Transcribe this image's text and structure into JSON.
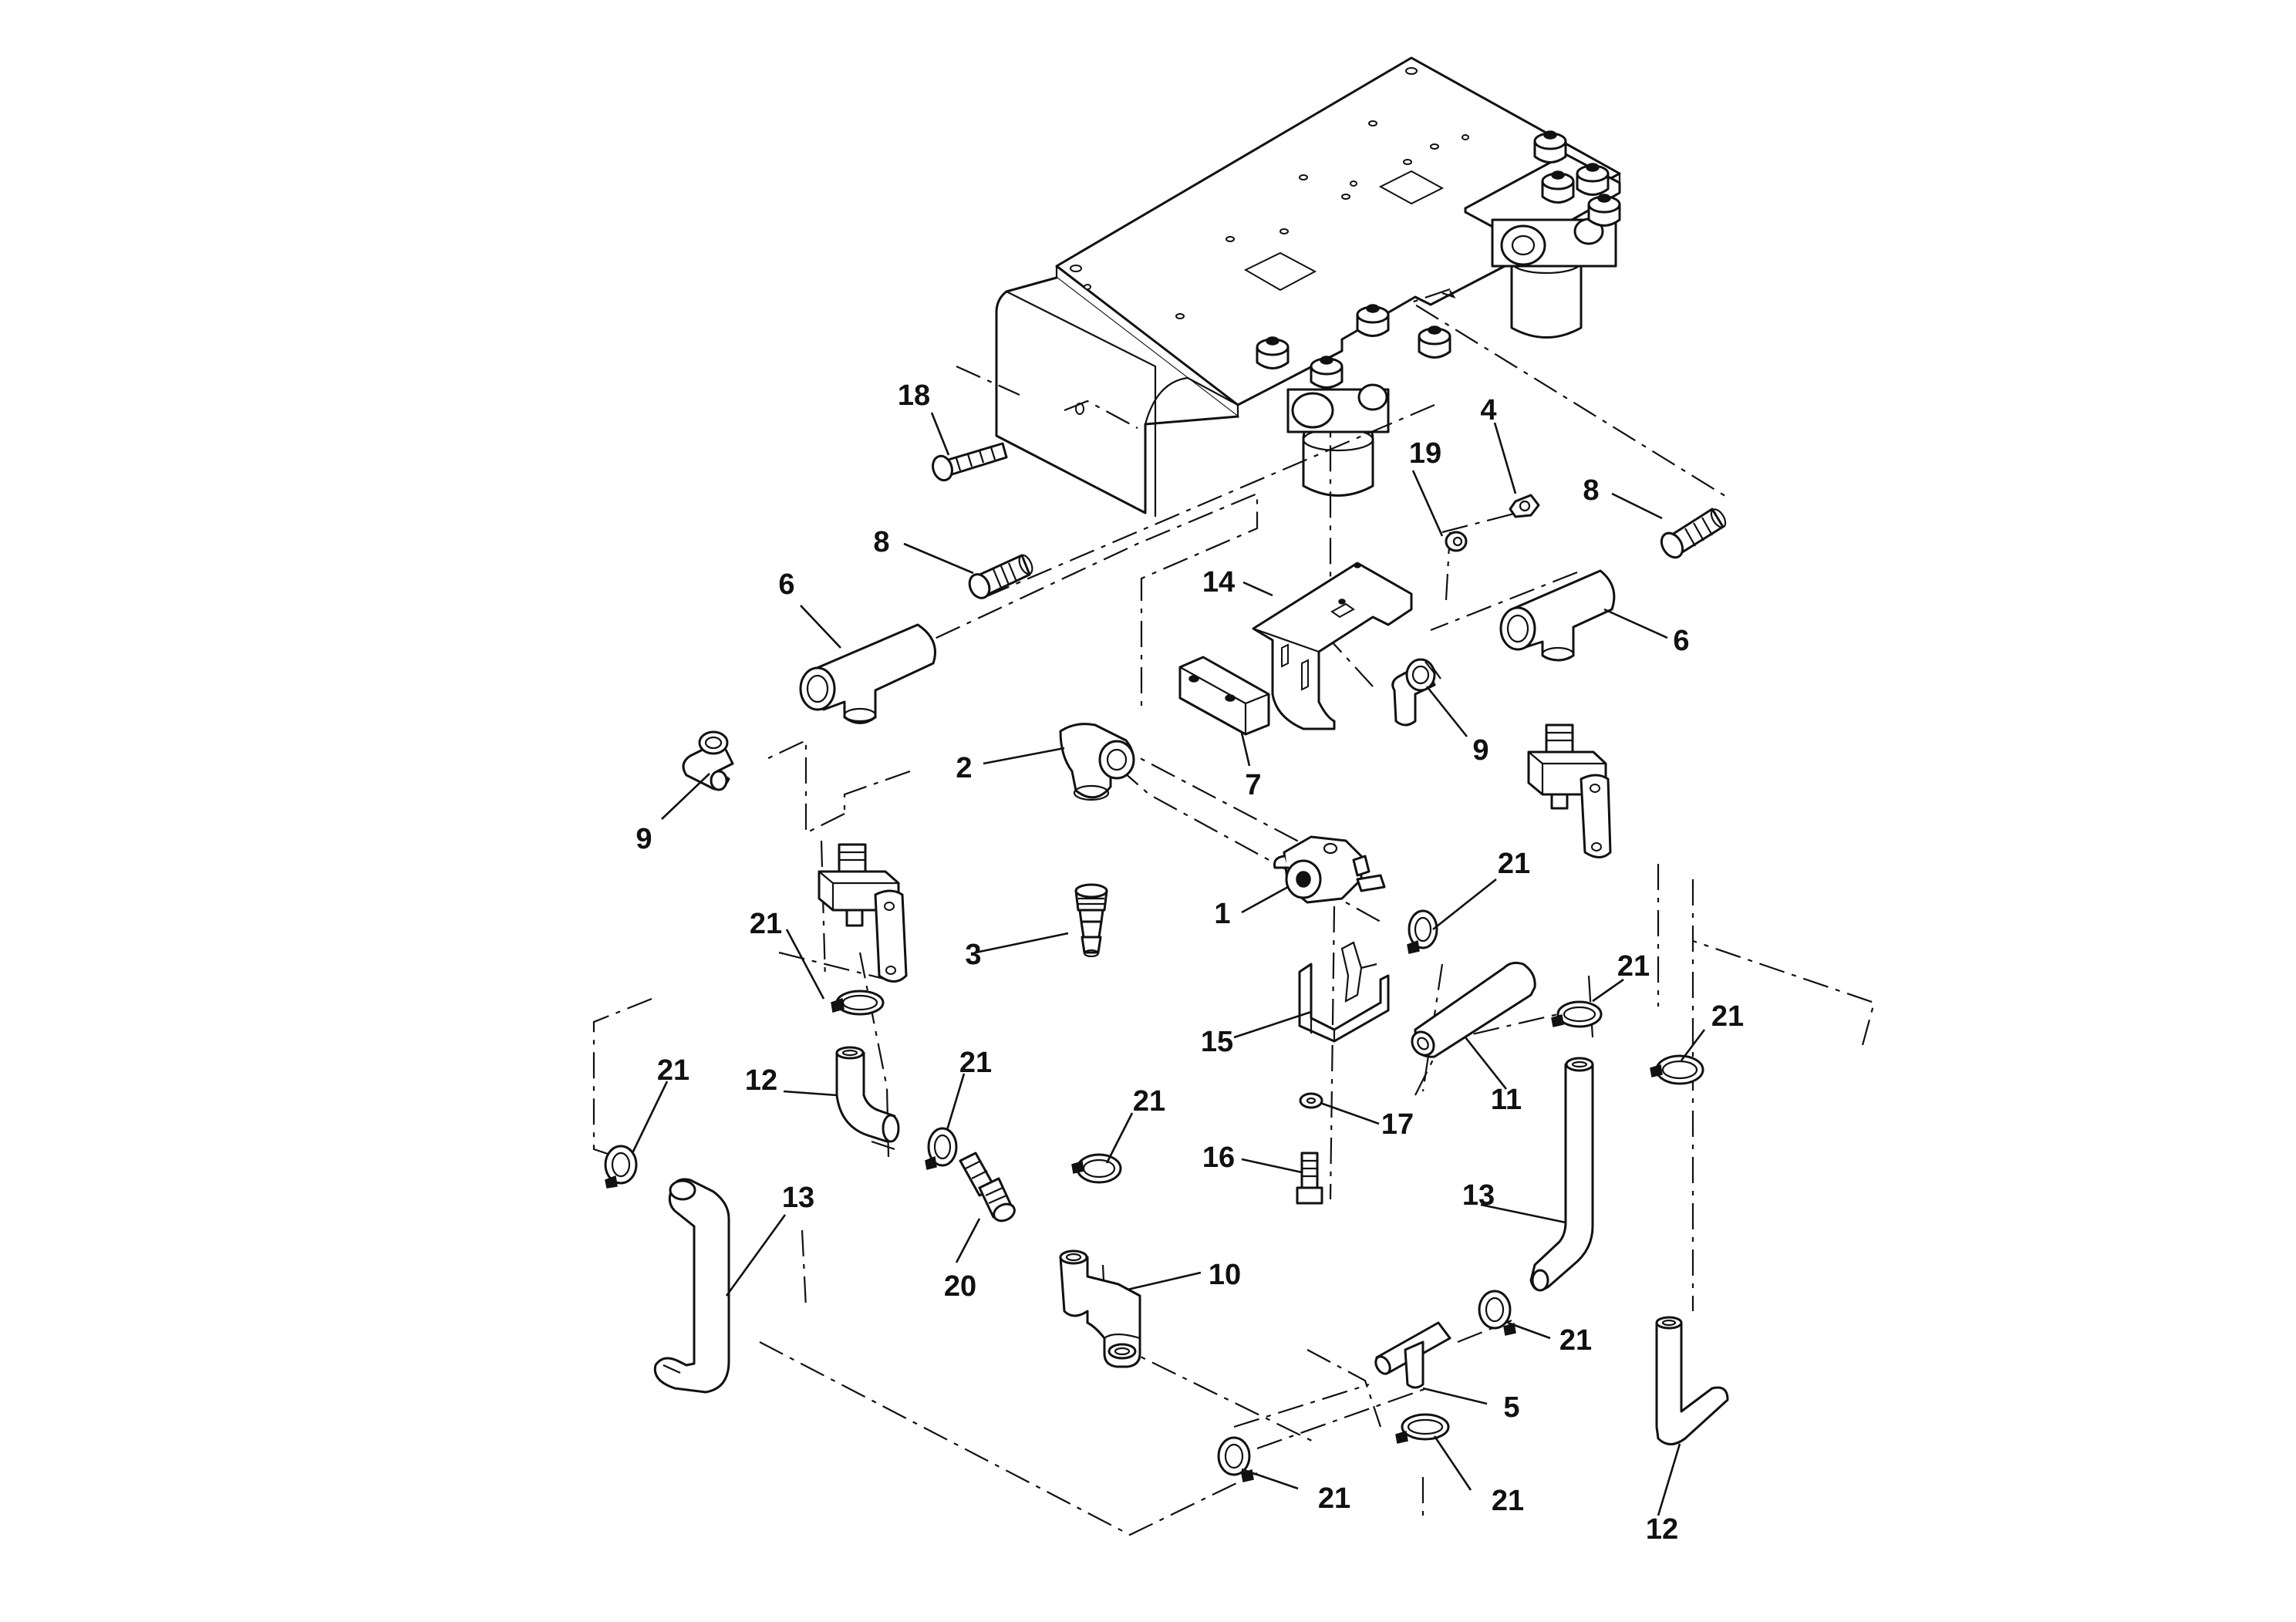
{
  "callouts": {
    "c1": "1",
    "c2": "2",
    "c3": "3",
    "c4": "4",
    "c5": "5",
    "c6a": "6",
    "c6b": "6",
    "c7": "7",
    "c8a": "8",
    "c8b": "8",
    "c9a": "9",
    "c9b": "9",
    "c10": "10",
    "c11": "11",
    "c12a": "12",
    "c12b": "12",
    "c13a": "13",
    "c13b": "13",
    "c14": "14",
    "c15": "15",
    "c16": "16",
    "c17": "17",
    "c18": "18",
    "c19": "19",
    "c20": "20",
    "c21a": "21",
    "c21b": "21",
    "c21c": "21",
    "c21d": "21",
    "c21e": "21",
    "c21f": "21",
    "c21g": "21",
    "c21h": "21",
    "c21i": "21",
    "c21j": "21"
  },
  "colors": {
    "line": "#111111",
    "background": "#ffffff"
  }
}
